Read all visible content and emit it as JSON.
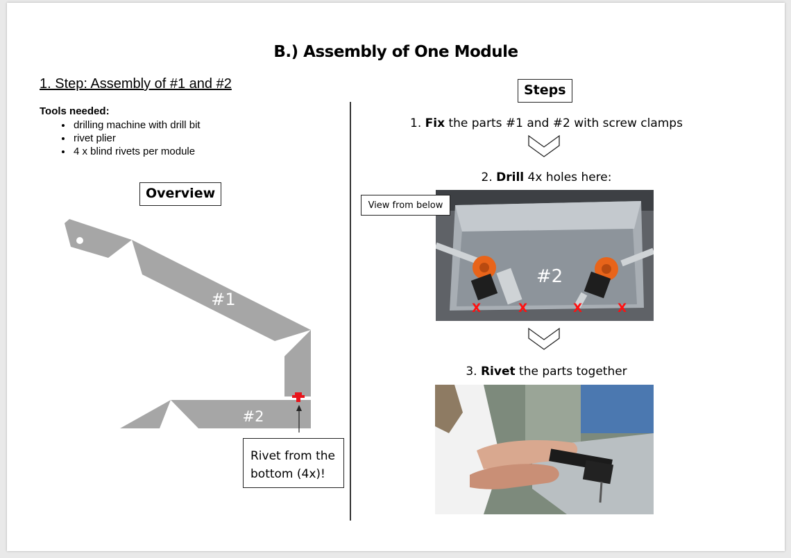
{
  "title": "B.) Assembly of One Module",
  "step1": {
    "heading": "1. Step: Assembly of #1 and #2",
    "tools_label": "Tools needed:",
    "tools": [
      "drilling machine with drill bit",
      "rivet plier",
      "4 x blind rivets per module"
    ]
  },
  "overview": {
    "label": "Overview",
    "part1": "#1",
    "part2": "#2",
    "callout_line1": "Rivet from the",
    "callout_line2": "bottom (4x)!",
    "rivet_color": "#e8141b"
  },
  "steps": {
    "label": "Steps",
    "s1": {
      "num": "1.",
      "verb": "Fix",
      "rest": " the parts #1 and #2 with screw clamps"
    },
    "s2": {
      "num": "2.",
      "verb": "Drill",
      "rest": " 4x holes here:"
    },
    "s3": {
      "num": "3.",
      "verb": "Rivet",
      "rest": " the parts together"
    },
    "view_label": "View from below",
    "photo_part_label": "#2",
    "hole_mark": "X"
  }
}
